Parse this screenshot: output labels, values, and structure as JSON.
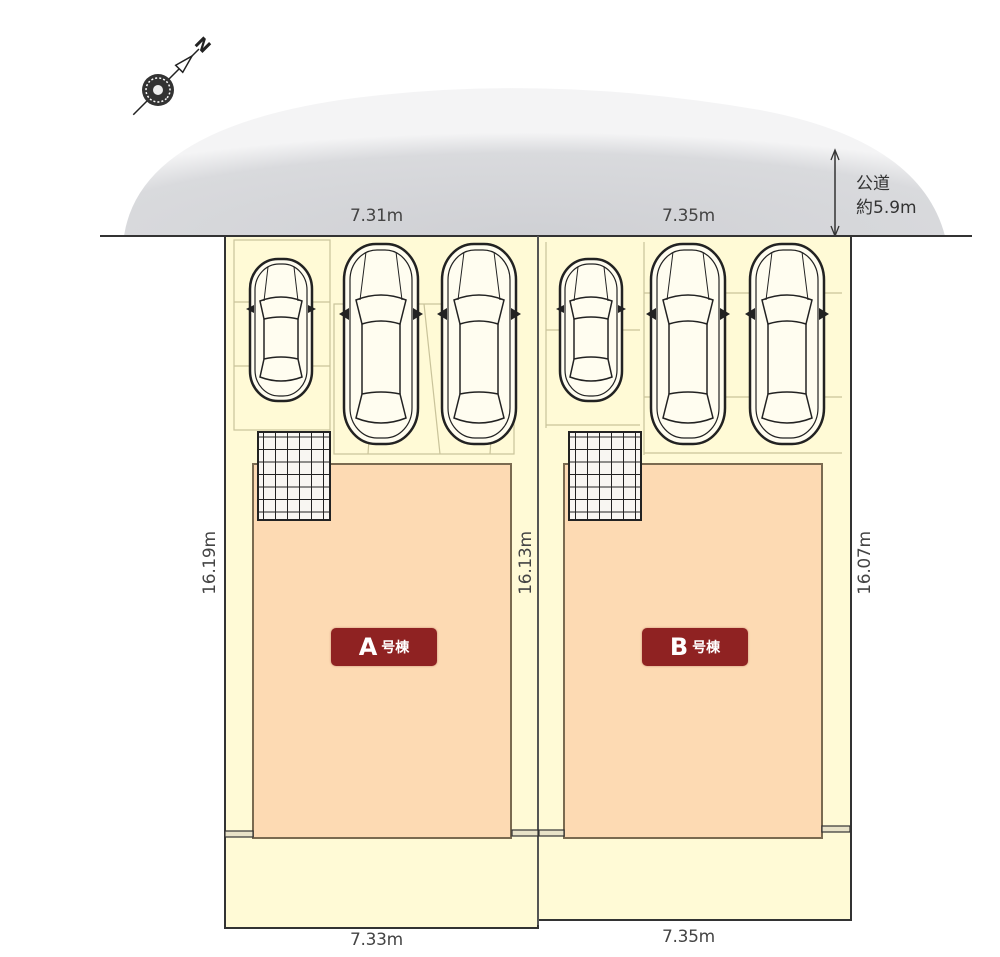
{
  "compass": {
    "icon": "north-arrow-compass-icon",
    "label": "N"
  },
  "road": {
    "label_line1": "公道",
    "label_line2": "約5.9m",
    "color": "#d4d4d8"
  },
  "dimensions": {
    "top_a": "7.31m",
    "top_b": "7.35m",
    "bottom_a": "7.33m",
    "bottom_b": "7.35m",
    "left_a": "16.19m",
    "middle": "16.13m",
    "right_b": "16.07m"
  },
  "lots": [
    {
      "id": "A",
      "letter": "A",
      "suffix": "号棟",
      "parking_spaces": 3
    },
    {
      "id": "B",
      "letter": "B",
      "suffix": "号棟",
      "parking_spaces": 3
    }
  ],
  "colors": {
    "lot_fill": "#fffad6",
    "house_fill": "#fddab3",
    "badge": "#8f2222",
    "boundary": "#333333"
  }
}
